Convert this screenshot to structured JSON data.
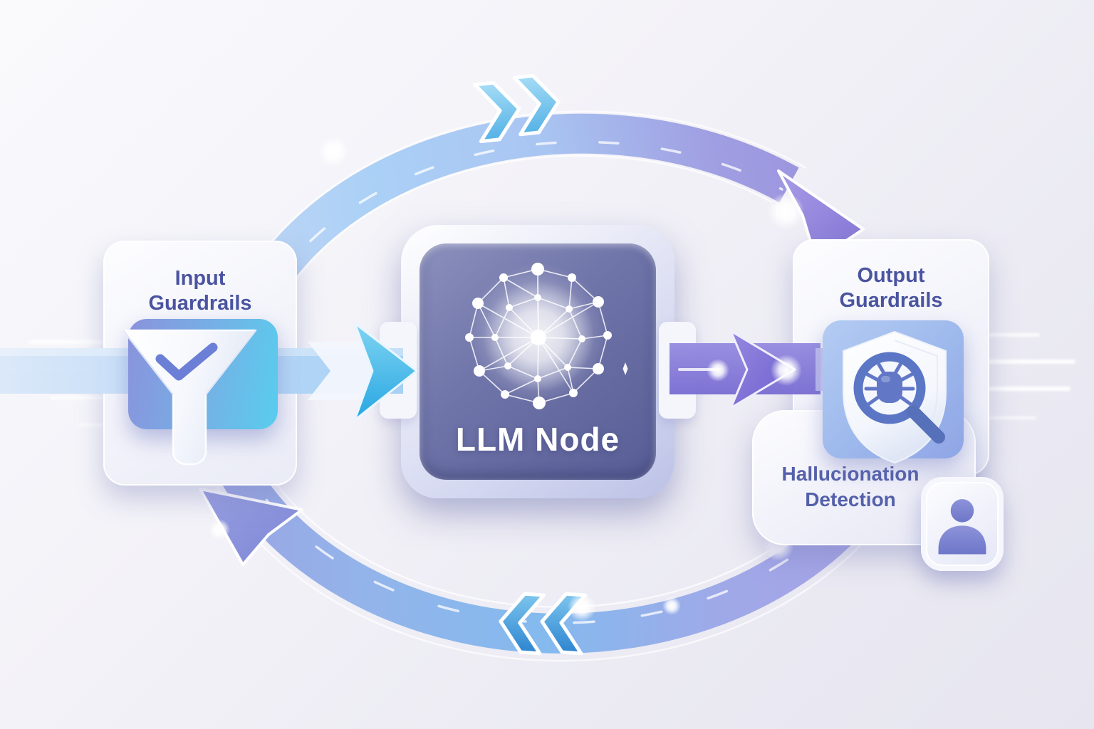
{
  "diagram": {
    "type": "flow",
    "nodes": {
      "input_guardrails": {
        "label": "Input Guardrails",
        "icon": "funnel-check-icon"
      },
      "llm_node": {
        "label": "LLM Node",
        "icon": "neural-network-icon"
      },
      "output_guardrails": {
        "label": "Output Guardrails",
        "icon": "shield-bug-scan-icon"
      },
      "hallucination_detection": {
        "label": "Hallucionation Detection",
        "icon": "user-icon"
      }
    },
    "edges": [
      {
        "from": "input_guardrails",
        "to": "llm_node",
        "type": "horizontal-arrow",
        "color": "cyan-blue"
      },
      {
        "from": "llm_node",
        "to": "output_guardrails",
        "type": "horizontal-arrow",
        "color": "purple"
      },
      {
        "from": "input_guardrails",
        "to": "output_guardrails",
        "type": "arc-top",
        "chevron_direction": "right"
      },
      {
        "from": "output_guardrails",
        "to": "input_guardrails",
        "type": "arc-bottom",
        "chevron_direction": "left"
      }
    ],
    "colors": {
      "background": "#efeef5",
      "card_fill": "#f7f8fc",
      "title_text": "#4a54a0",
      "llm_panel": "#646a9f",
      "llm_label_text": "#ffffff",
      "arc_blue": "#a9cdf4",
      "arc_purple": "#9b93de",
      "chevron_top_blue": "#8fcef2",
      "chevron_bottom_blue": "#3e8ed6",
      "band_blue": "#aed2f4",
      "band_purple": "#7a6ed2",
      "cyan_arrowhead": "#35aee8",
      "icon_slate_blue": "#5b76c4",
      "funnel_tile_left": "#8a92dc",
      "funnel_tile_right": "#58cdee",
      "shield_tile": "#9db8ec",
      "user_icon": "#7d86d2"
    }
  }
}
